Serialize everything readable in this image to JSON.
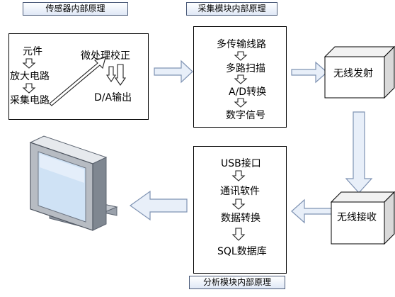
{
  "tabs": {
    "sensor": "传感器内部原理",
    "acquisition": "采集模块内部原理",
    "analysis": "分析模块内部原理"
  },
  "sensor_box": {
    "component": "元件",
    "amplifier": "放大电路",
    "collector": "采集电路",
    "micro": "微处理校正",
    "da": "D/A输出"
  },
  "acq_box": {
    "multi_line": "多传输线路",
    "scan": "多路扫描",
    "ad": "A/D转换",
    "digital": "数字信号"
  },
  "wireless": {
    "transmit": "无线发射",
    "receive": "无线接收"
  },
  "analysis_box": {
    "usb": "USB接口",
    "comm": "通讯软件",
    "convert": "数据转换",
    "db": "SQL数据库"
  },
  "colors": {
    "arrow_fill": "#e8eff9",
    "arrow_stroke": "#7f93b3",
    "tab_fill": "#dfe8f6",
    "monitor_frame": "#aeb4bd",
    "screen": "#cfe2f5"
  },
  "icons": [
    "monitor-icon",
    "right-arrow",
    "down-arrow",
    "left-arrow",
    "diagonal-arrow"
  ]
}
